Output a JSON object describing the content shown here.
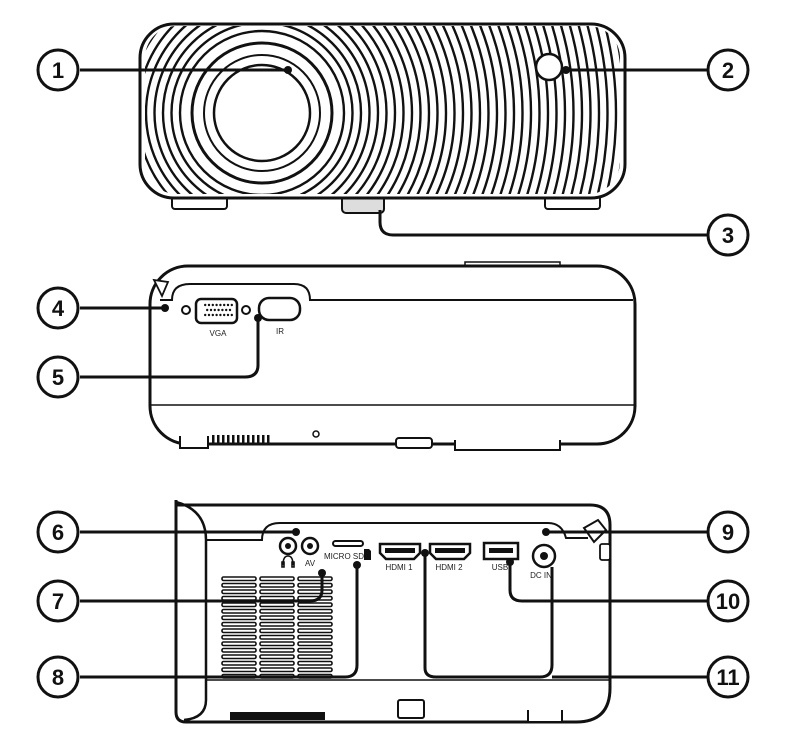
{
  "port_labels": {
    "vga": "VGA",
    "ir": "IR",
    "av": "AV",
    "micro_sd": "MICRO SD",
    "hdmi1": "HDMI 1",
    "hdmi2": "HDMI 2",
    "usb": "USB",
    "dc_in": "DC IN"
  },
  "callouts": [
    "1",
    "2",
    "3",
    "4",
    "5",
    "6",
    "7",
    "8",
    "9",
    "10",
    "11"
  ],
  "icons": {
    "headphone": "headphone-icon",
    "sd_card": "sd-card-icon"
  }
}
